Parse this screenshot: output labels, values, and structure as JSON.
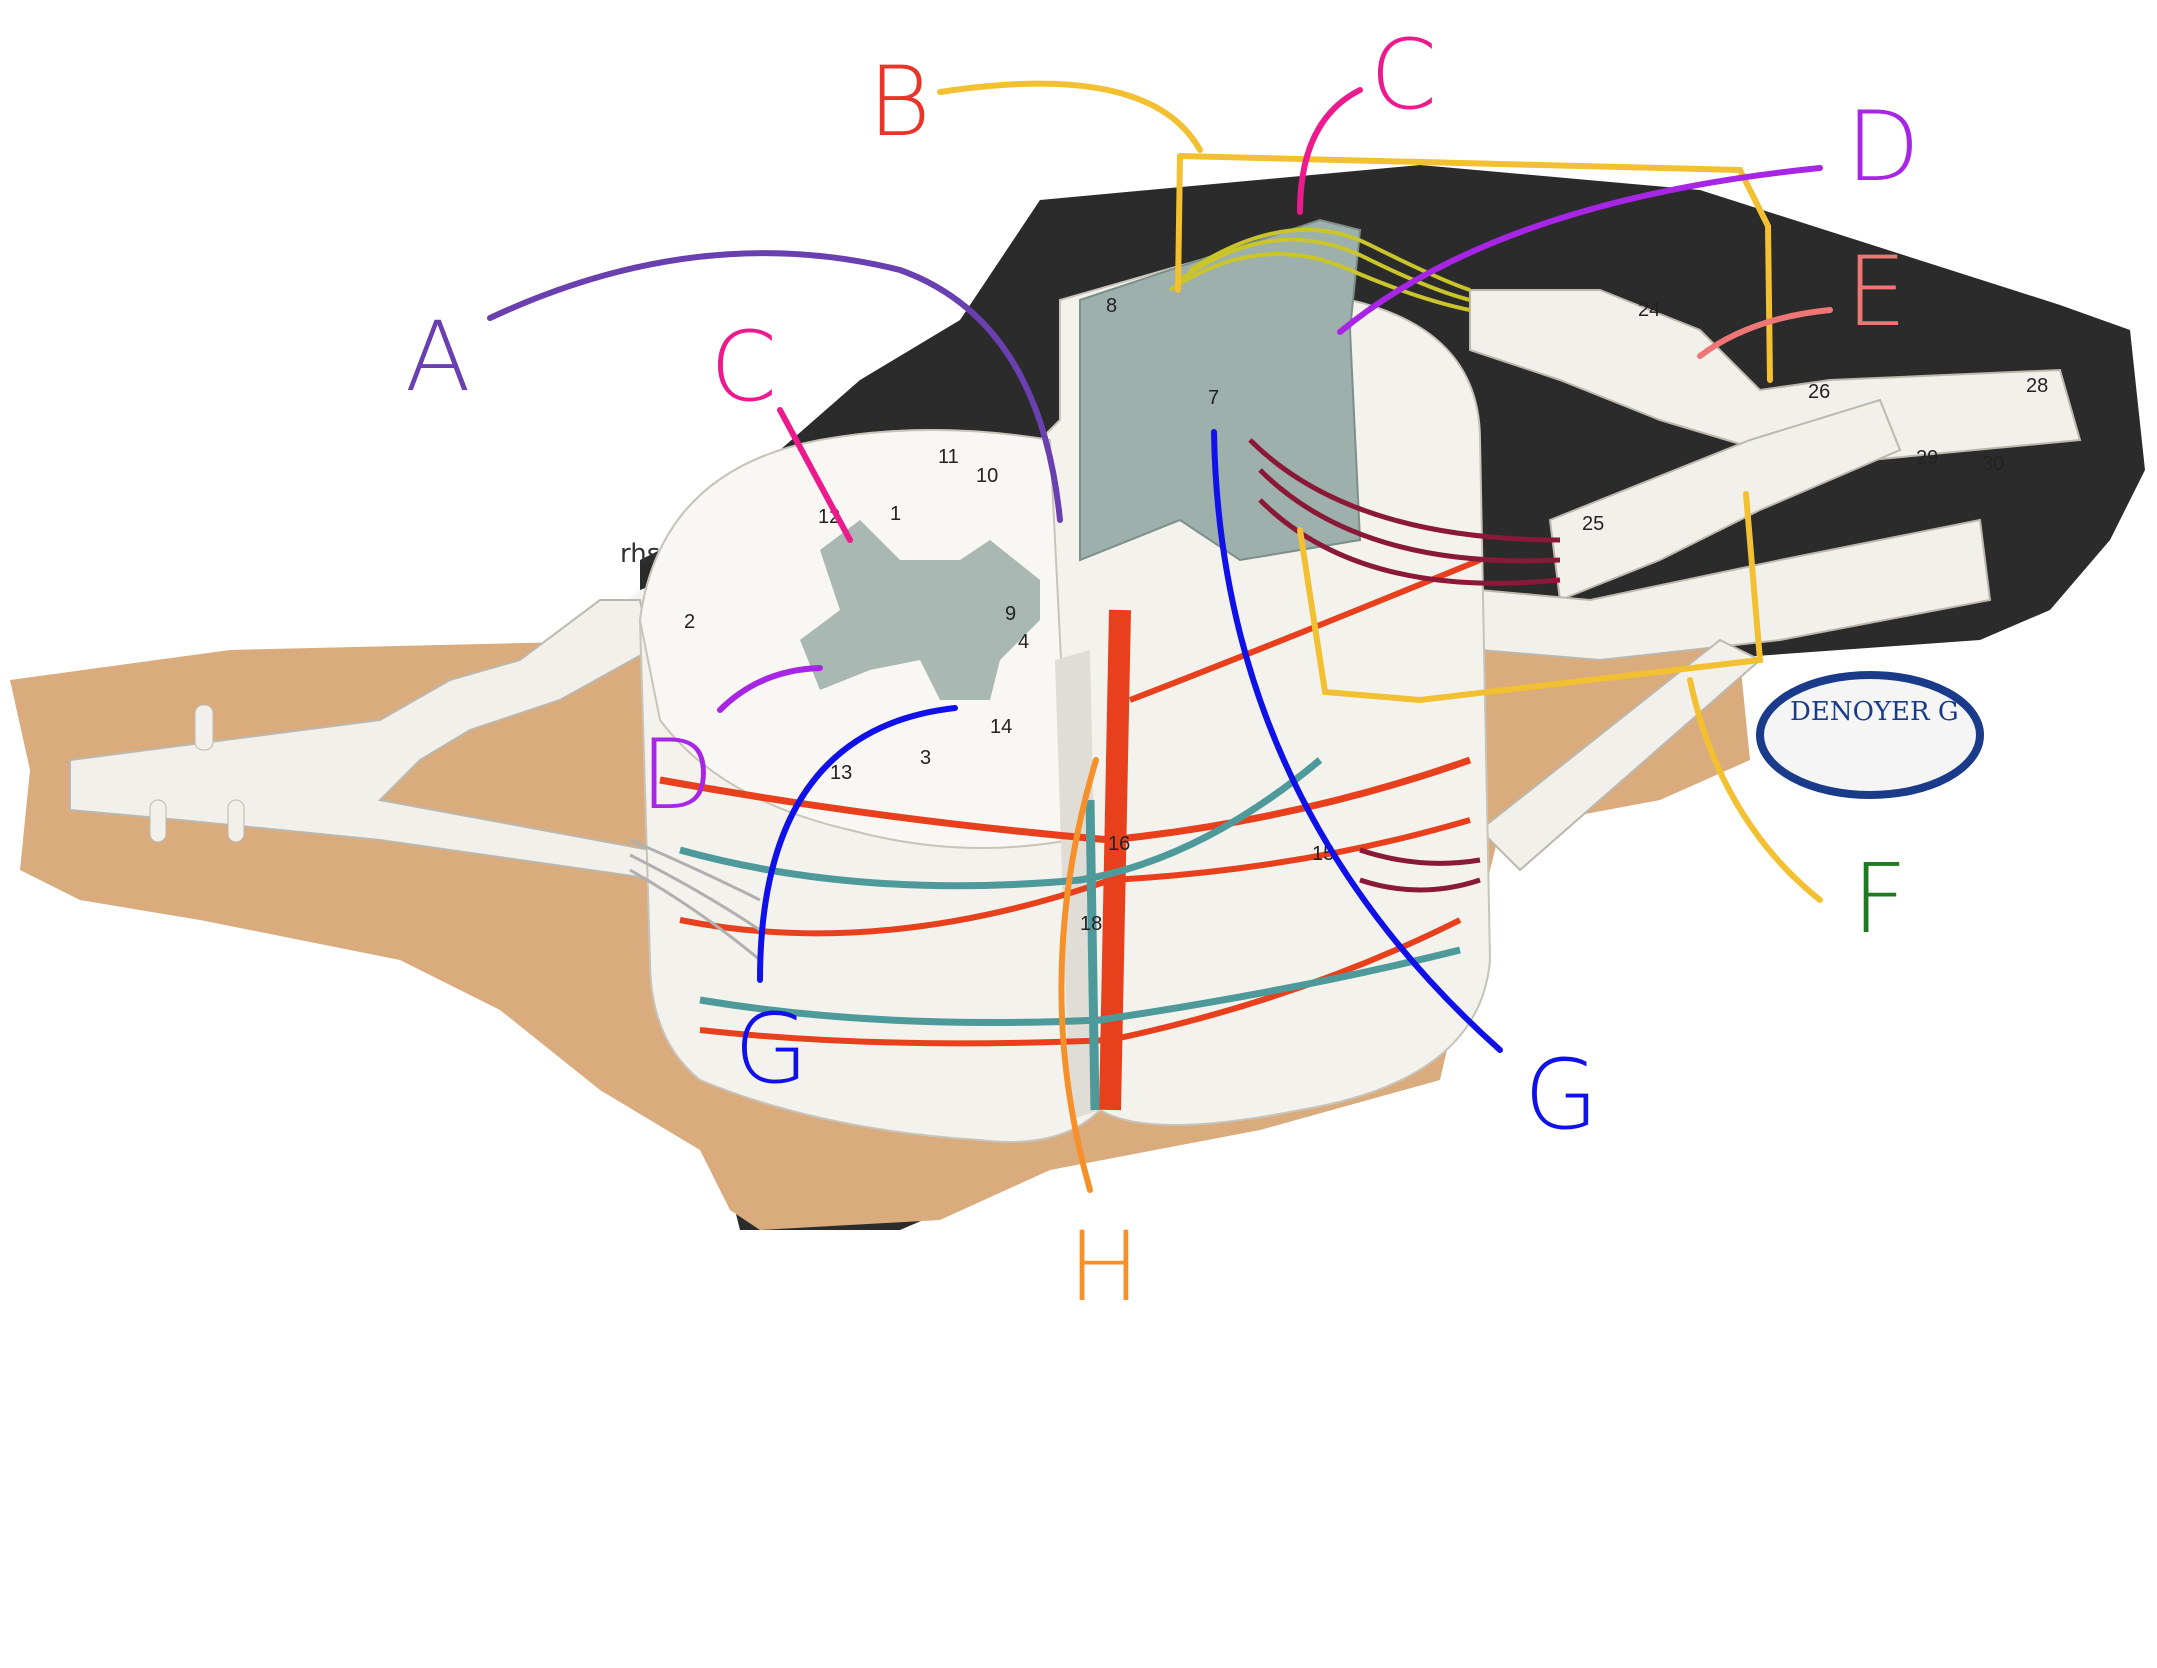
{
  "colors": {
    "background": "#ffffff",
    "wood_table": "#d8ab7c",
    "black_mat": "#2b2b2b",
    "model_white": "#f3f1ec",
    "gray_matter": "#a9b8b2",
    "artery_red": "#e8401c",
    "vein_teal": "#4e9a9a",
    "line_A": "#6a3fb0",
    "line_B": "#f2c030",
    "line_C": "#ec1a8c",
    "line_D": "#a726e6",
    "line_E": "#f07676",
    "line_F": "#f2c030",
    "line_G": "#1010e8",
    "line_H": "#f5902a",
    "letter_A": "#6a3fb0",
    "letter_B": "#e8352a",
    "letter_C": "#ec1a8c",
    "letter_D": "#a726e6",
    "letter_E": "#f07676",
    "letter_F": "#1e7a1e",
    "letter_G": "#1010e8",
    "letter_H": "#f5902a"
  },
  "labels": {
    "A": "A",
    "B": "B",
    "C_top": "C",
    "C_left": "C",
    "D_top": "D",
    "D_left": "D",
    "E": "E",
    "F": "F",
    "G_right": "G",
    "G_left": "G",
    "H": "H"
  },
  "model_numbers": {
    "n1": "1",
    "n2": "2",
    "n3": "3",
    "n4": "4",
    "n7": "7",
    "n8": "8",
    "n9": "9",
    "n10": "10",
    "n11": "11",
    "n12": "12",
    "n13": "13",
    "n14": "14",
    "n15": "15",
    "n16": "16",
    "n18": "18",
    "n24": "24",
    "n25": "25",
    "n26": "26",
    "n28": "28",
    "n29": "29",
    "n30": "30"
  },
  "background_text": {
    "paper_note": "rhs)",
    "brand_badge": "DENOYER G"
  }
}
